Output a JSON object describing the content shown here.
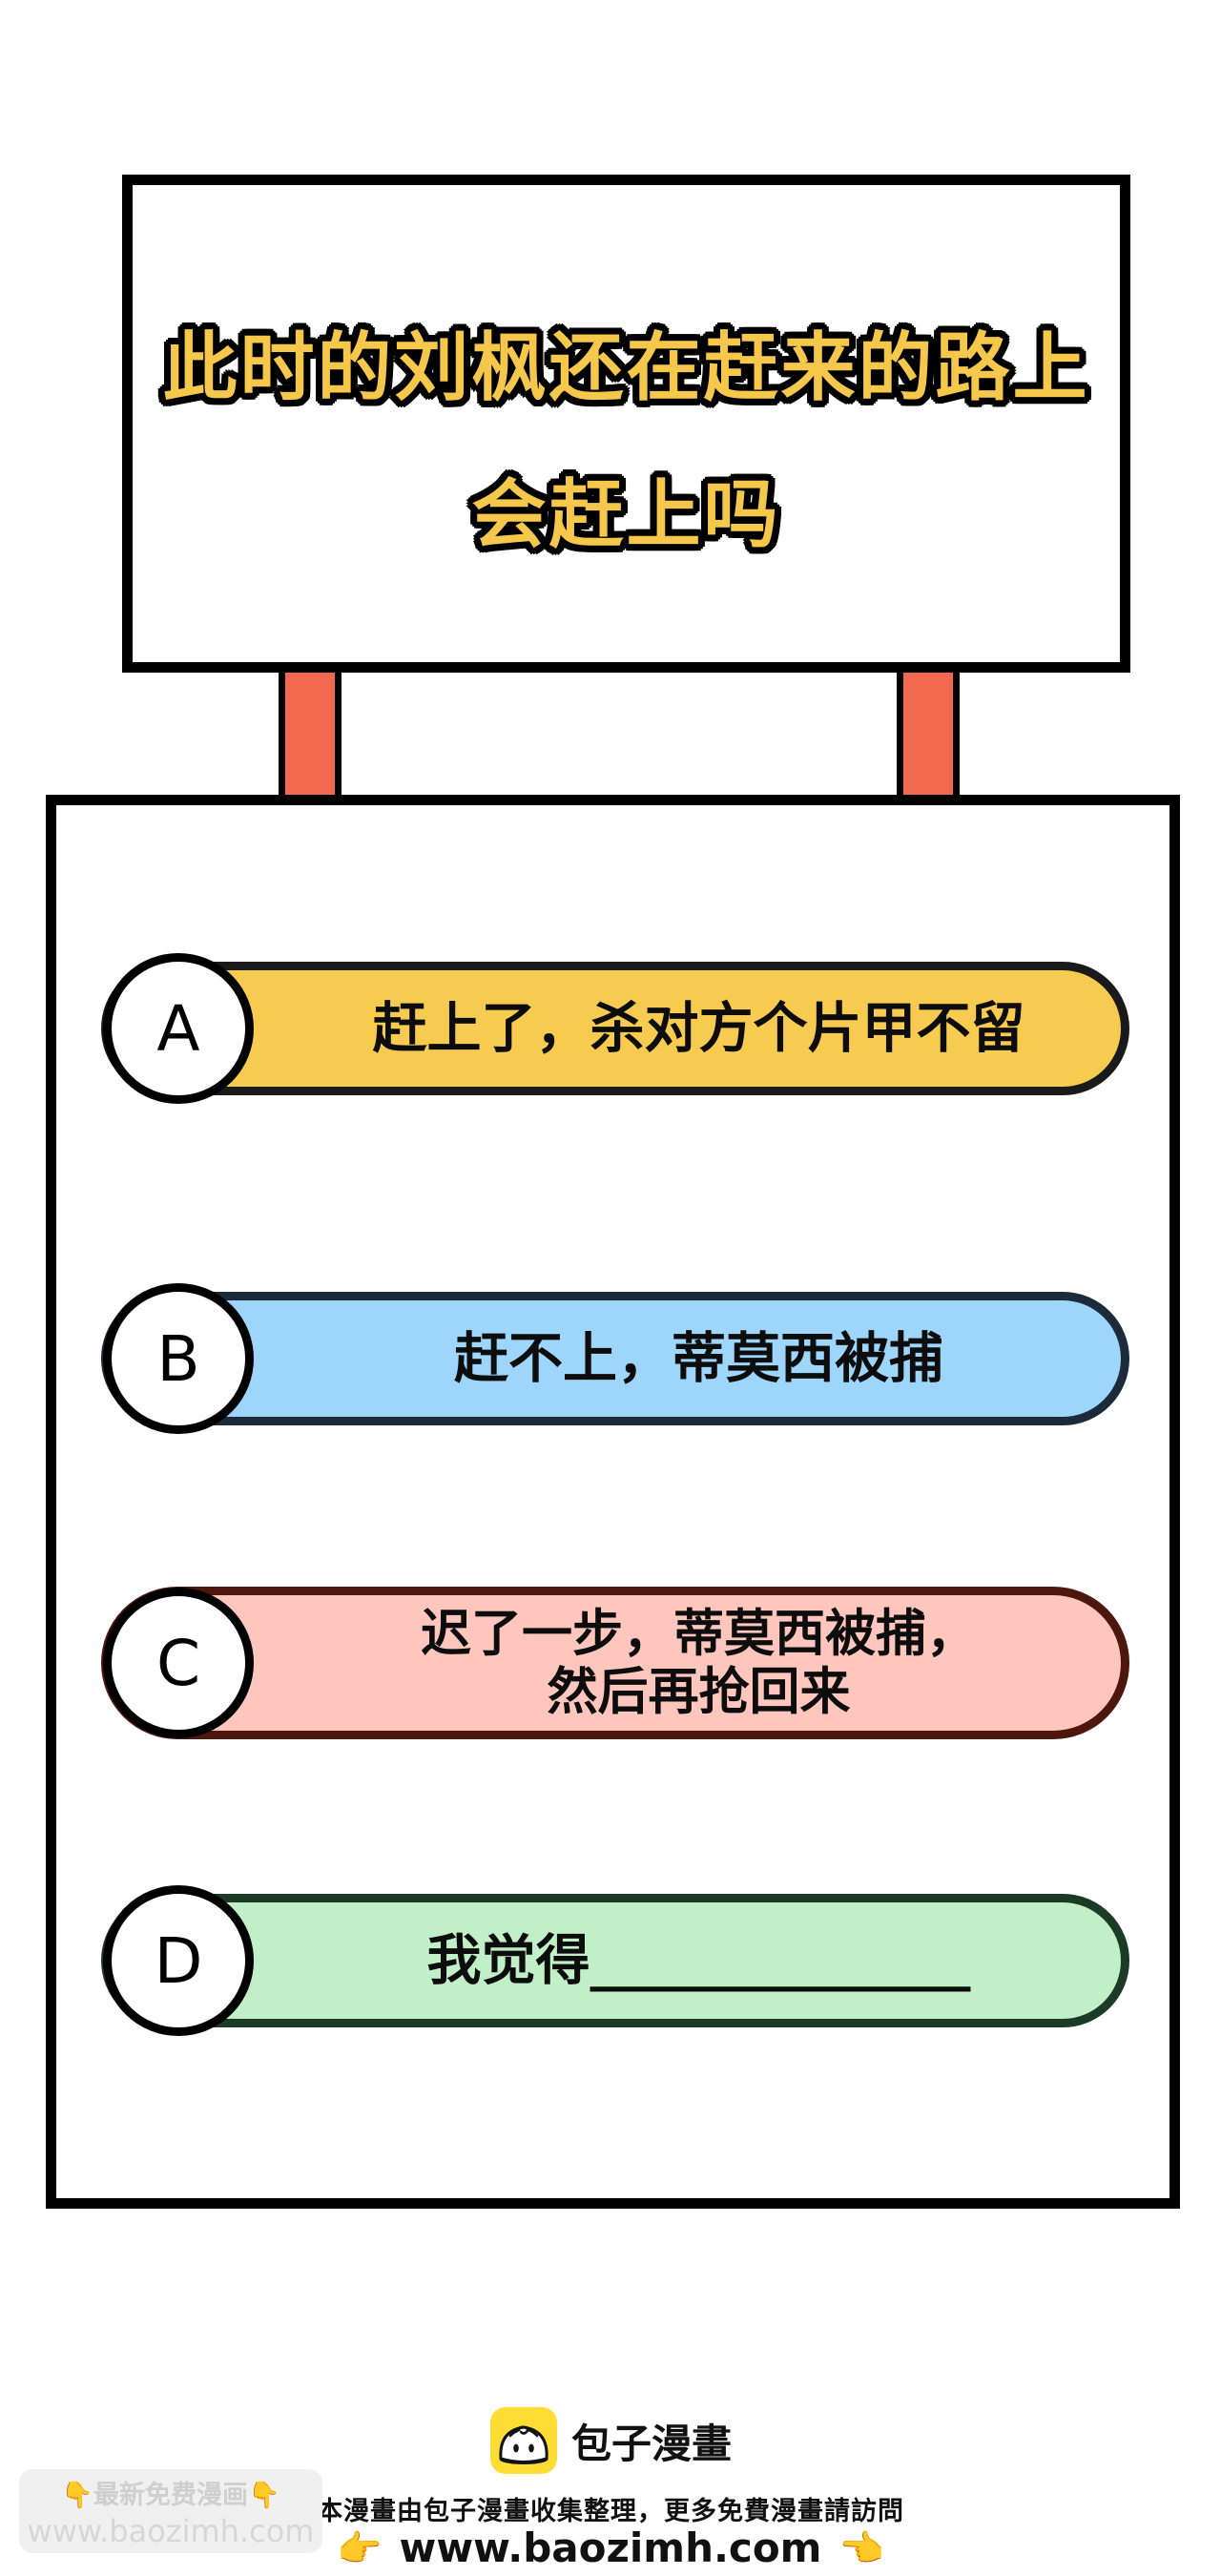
{
  "sign": {
    "title_line1": "此时的刘枫还在赶来的路上",
    "title_line2": "会赶上吗",
    "text_color": "#F5C84C",
    "outline_color": "#000000"
  },
  "poll": {
    "options": [
      {
        "letter": "A",
        "line1": "赶上了，杀对方个片甲不留",
        "line2": "",
        "fill": "#F7CB50",
        "border": "#1A1A1A"
      },
      {
        "letter": "B",
        "line1": "赶不上，蒂莫西被捕",
        "line2": "",
        "fill": "#9ED5FA",
        "border": "#1B2B3A"
      },
      {
        "letter": "C",
        "line1": "迟了一步，蒂莫西被捕，",
        "line2": "然后再抢回来",
        "fill": "#FFC6BE",
        "border": "#4D170E"
      },
      {
        "letter": "D",
        "line1": "我觉得______________",
        "line2": "",
        "fill": "#C1EFC8",
        "border": "#1C3B26"
      }
    ],
    "post_color": "#F26950"
  },
  "footer": {
    "brand": "包子漫畫",
    "notice": "本漫畫由包子漫畫收集整理，更多免費漫畫請訪問",
    "left_hand": "👉",
    "url": "www.baozimh.com",
    "right_hand": "👈",
    "logo_color": "#FFDD35"
  },
  "watermark": {
    "hand": "👇",
    "title": "最新免费漫画",
    "url": "www.baozimh.com",
    "bg_color": "#F0F0F0",
    "text_color": "#CFCFCF"
  }
}
